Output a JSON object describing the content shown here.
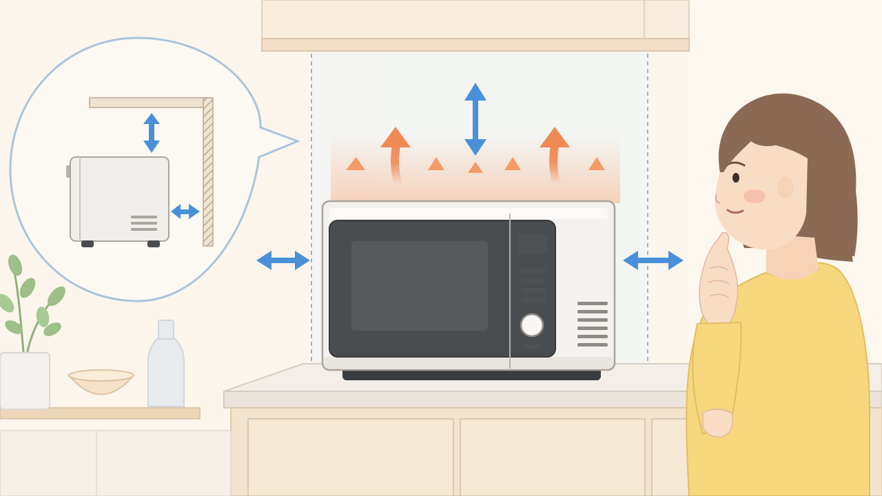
{
  "scene": {
    "subject": "microwave-oven",
    "clearance_indicators": [
      "top",
      "left",
      "right"
    ],
    "heat_vents": 8,
    "inset": "side-view-clearance-diagram"
  },
  "colors": {
    "wall": "#fbf5ec",
    "cabinet": "#f3e6d3",
    "counter": "#f1ece6",
    "microwave_body": "#f4f2ee",
    "microwave_window": "#4a4d50",
    "arrow_blue": "#4a90d9",
    "heat_orange": "#f08a55",
    "sweater_yellow": "#f7d77d",
    "hair_brown": "#8b6a55",
    "skin": "#f9dcc4"
  }
}
